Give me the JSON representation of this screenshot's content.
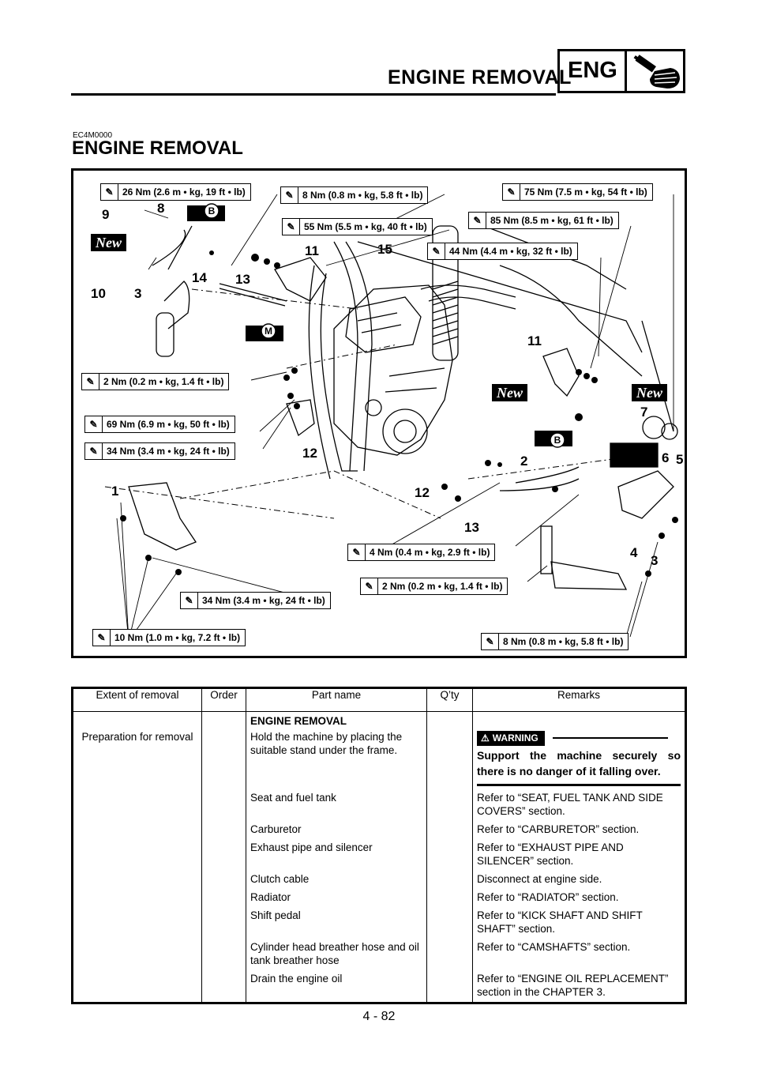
{
  "header": {
    "title": "ENGINE REMOVAL",
    "badge": "ENG",
    "badge_icon": "engine-icon"
  },
  "section": {
    "code": "EC4M0000",
    "title": "ENGINE REMOVAL"
  },
  "torques": [
    "26 Nm (2.6 m • kg, 19 ft • lb)",
    "8 Nm (0.8 m • kg, 5.8 ft • lb)",
    "75 Nm (7.5 m • kg, 54 ft • lb)",
    "85 Nm (8.5 m • kg, 61 ft • lb)",
    "55 Nm (5.5 m • kg, 40 ft • lb)",
    "44 Nm (4.4 m • kg, 32 ft • lb)",
    "2 Nm (0.2 m • kg, 1.4 ft • lb)",
    "69 Nm (6.9 m • kg, 50 ft • lb)",
    "34 Nm (3.4 m • kg, 24 ft • lb)",
    "4 Nm (0.4 m • kg, 2.9 ft • lb)",
    "2 Nm (0.2 m • kg, 1.4 ft • lb)",
    "34 Nm (3.4 m • kg, 24 ft • lb)",
    "10 Nm (1.0 m • kg, 7.2 ft • lb)",
    "8 Nm (0.8 m • kg, 5.8 ft • lb)"
  ],
  "callouts": [
    "9",
    "8",
    "10",
    "3",
    "14",
    "13",
    "11",
    "15",
    "11",
    "7",
    "6",
    "5",
    "12",
    "2",
    "12",
    "13",
    "1",
    "4",
    "3"
  ],
  "badges": {
    "new": "New",
    "b": "B",
    "m": "M"
  },
  "table": {
    "headers": [
      "Extent of removal",
      "Order",
      "Part name",
      "Q’ty",
      "Remarks"
    ],
    "rows": [
      {
        "extent": "",
        "part": "ENGINE REMOVAL",
        "remarks": ""
      },
      {
        "extent": "Preparation for removal",
        "part": "Hold the machine by placing the suitable stand under the frame.",
        "remarks": ""
      },
      {
        "extent": "",
        "part": "Seat and fuel tank",
        "remarks": "Refer to “SEAT, FUEL TANK AND SIDE COVERS” section."
      },
      {
        "extent": "",
        "part": "Carburetor",
        "remarks": "Refer to “CARBURETOR” section."
      },
      {
        "extent": "",
        "part": "Exhaust pipe and silencer",
        "remarks": "Refer to “EXHAUST PIPE AND SILENCER” section."
      },
      {
        "extent": "",
        "part": "Clutch cable",
        "remarks": "Disconnect at engine side."
      },
      {
        "extent": "",
        "part": "Radiator",
        "remarks": "Refer to “RADIATOR” section."
      },
      {
        "extent": "",
        "part": "Shift pedal",
        "remarks": "Refer to “KICK SHAFT AND SHIFT SHAFT” section."
      },
      {
        "extent": "",
        "part": "Cylinder head breather hose and oil tank breather hose",
        "remarks": "Refer to “CAMSHAFTS” section."
      },
      {
        "extent": "",
        "part": "Drain the engine oil",
        "remarks": "Refer to “ENGINE OIL REPLACEMENT” section in the CHAPTER 3."
      }
    ],
    "warning": {
      "label": "WARNING",
      "text": "Support the machine securely so there is no danger of it falling over."
    }
  },
  "page_number": "4 - 82"
}
